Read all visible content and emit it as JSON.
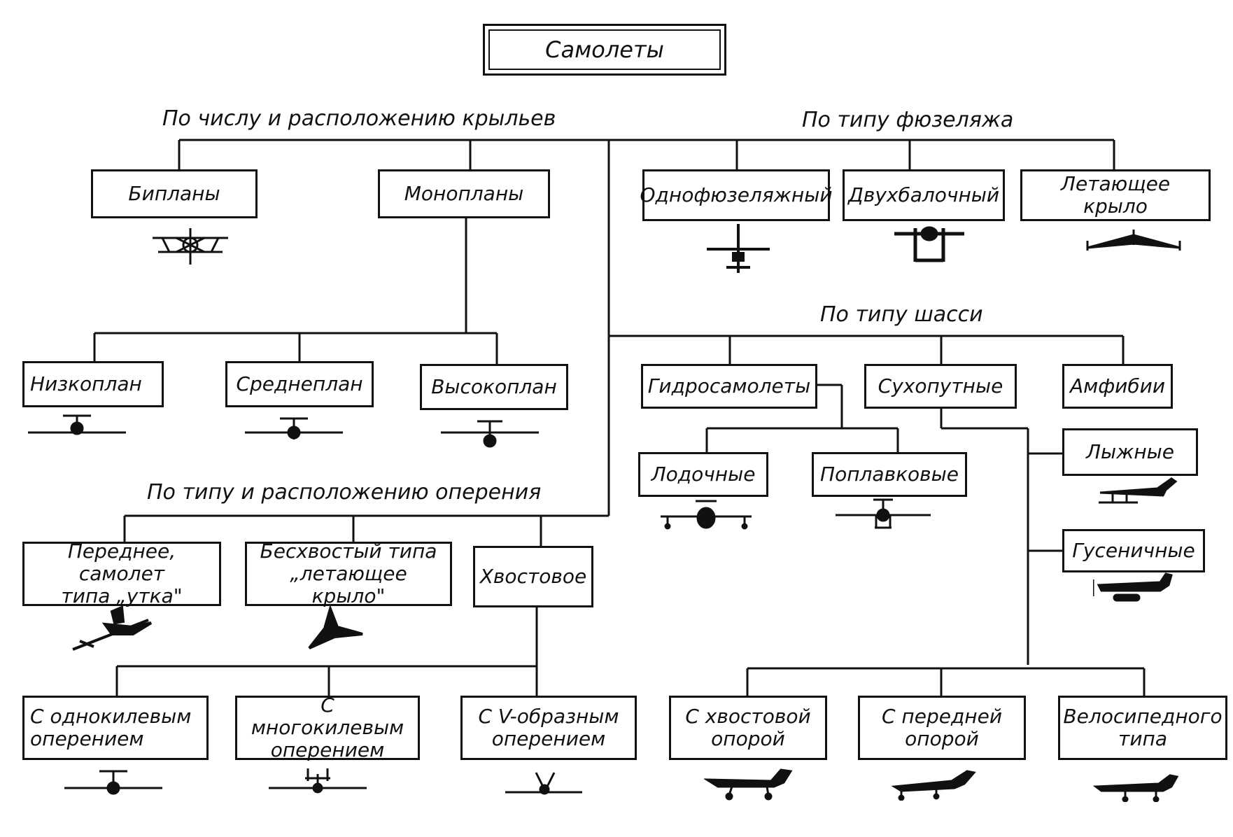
{
  "title": "Самолеты",
  "categories": {
    "wings": "По числу и расположению крыльев",
    "fuselage": "По типу фюзеляжа",
    "chassis": "По типу шасси",
    "tail": "По типу и расположению оперения"
  },
  "wings": {
    "biplanes": "Бипланы",
    "monoplanes": "Монопланы",
    "low_wing": "Низкоплан",
    "mid_wing": "Среднеплан",
    "high_wing": "Высокоплан"
  },
  "fuselage": {
    "single": "Однофюзеляжный",
    "twin_boom": "Двухбалочный",
    "flying_wing": "Летающее крыло"
  },
  "chassis": {
    "seaplanes": "Гидросамолеты",
    "land": "Сухопутные",
    "amphibians": "Амфибии",
    "boat": "Лодочные",
    "float": "Поплавковые",
    "ski": "Лыжные",
    "tracked": "Гусеничные",
    "tail_support": "С хвостовой\nопорой",
    "front_support": "С передней\nопорой",
    "bicycle": "Велосипедного\nтипа"
  },
  "tail": {
    "canard": "Переднее, самолет\nтипа „утка\"",
    "tailless": "Бесхвостый типа\n„летающее крыло\"",
    "tail_aft": "Хвостовое",
    "single_fin": "С однокилевым\nоперением",
    "multi_fin": "С многокилевым\nоперением",
    "v_tail": "С V-образным\nоперением"
  },
  "icons": {
    "biplane": "biplane-icon",
    "low_wing": "low-wing-plane-icon",
    "mid_wing": "mid-wing-plane-icon",
    "high_wing": "high-wing-plane-icon",
    "single_fuselage": "single-fuselage-plane-icon",
    "twin_boom": "twin-boom-plane-icon",
    "flying_wing": "flying-wing-plane-icon",
    "boat": "flying-boat-icon",
    "float": "float-plane-icon",
    "ski": "ski-plane-icon",
    "tracked": "tracked-plane-icon",
    "canard": "canard-plane-icon",
    "tailless": "tailless-plane-icon",
    "single_fin": "single-fin-plane-icon",
    "multi_fin": "multi-fin-plane-icon",
    "v_tail": "v-tail-plane-icon",
    "tail_wheel": "tail-wheel-plane-icon",
    "nose_wheel": "nose-wheel-plane-icon",
    "bicycle": "bicycle-gear-plane-icon"
  },
  "colors": {
    "ink": "#111111",
    "paper": "#ffffff"
  }
}
